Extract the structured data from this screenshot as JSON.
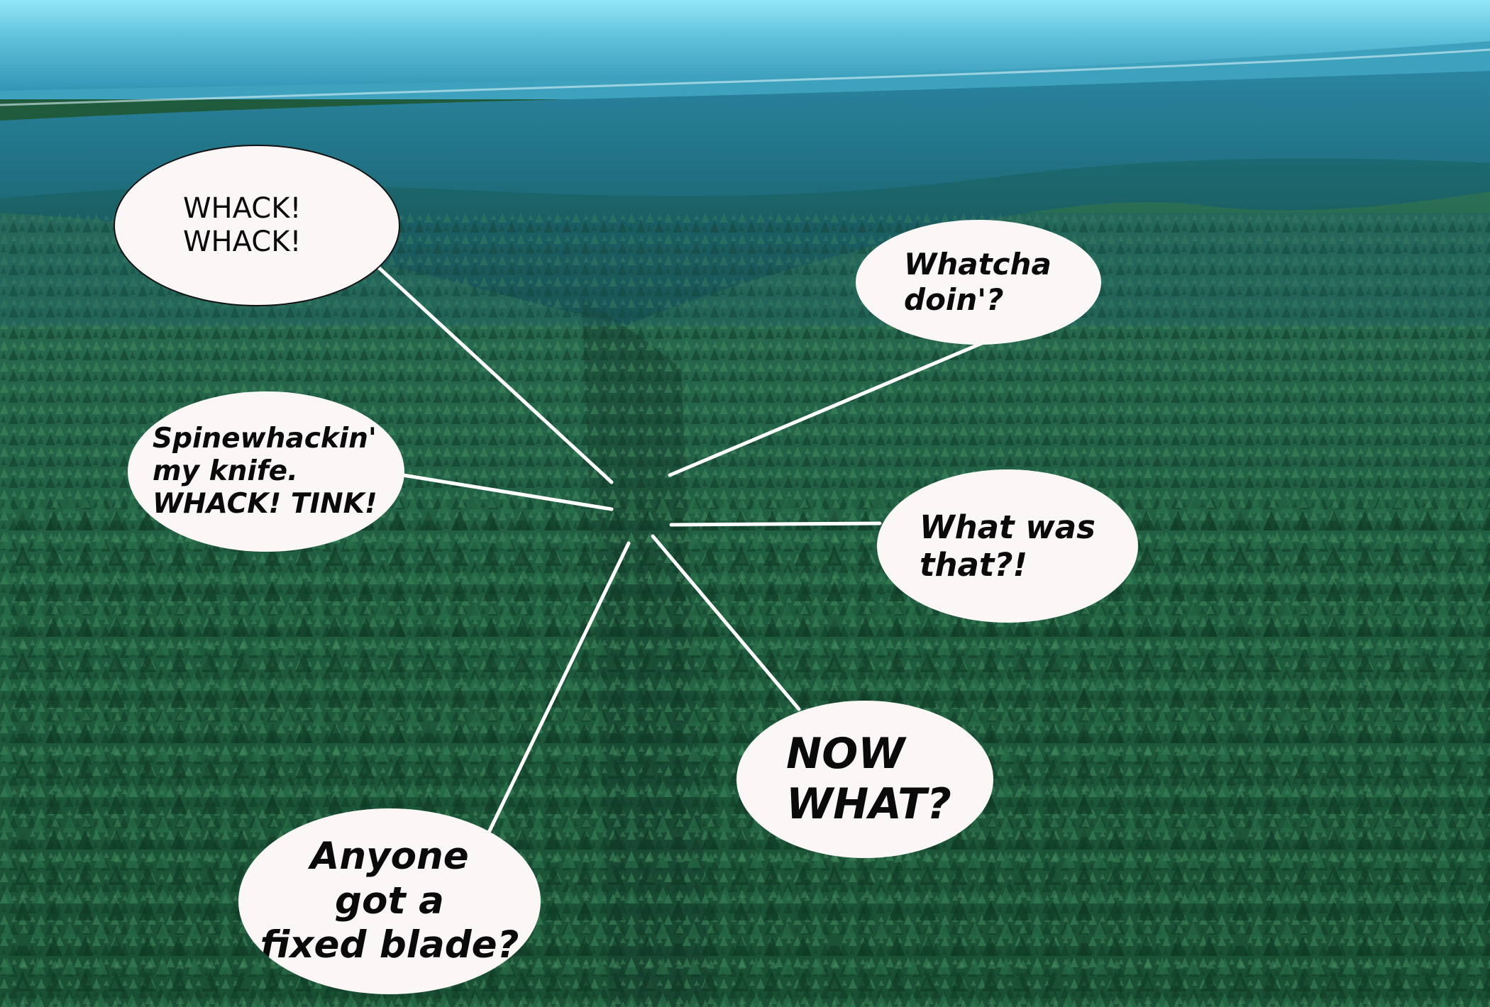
{
  "scene": {
    "description_colors": {
      "sky_top": "#8fe3f5",
      "sky_haze": "#5fb9d2",
      "distant_hills": "#1f6f86",
      "valley_haze": "#1a5c61",
      "forest_light": "#2f7a52",
      "forest_dark": "#123f2b",
      "pointer_line": "#ffffff",
      "bubble_fill": "#fbf7f7"
    }
  },
  "bubbles": [
    {
      "id": "whack",
      "text": "WHACK!\nWHACK!"
    },
    {
      "id": "whatcha",
      "text": "Whatcha\ndoin'?"
    },
    {
      "id": "spine",
      "text": "Spinewhackin'\nmy knife.\nWHACK! TINK!"
    },
    {
      "id": "whatwas",
      "text": "What was\nthat?!"
    },
    {
      "id": "nowwhat",
      "text": "NOW\nWHAT?"
    },
    {
      "id": "anyone",
      "text": "Anyone\ngot a\nfixed blade?"
    }
  ]
}
